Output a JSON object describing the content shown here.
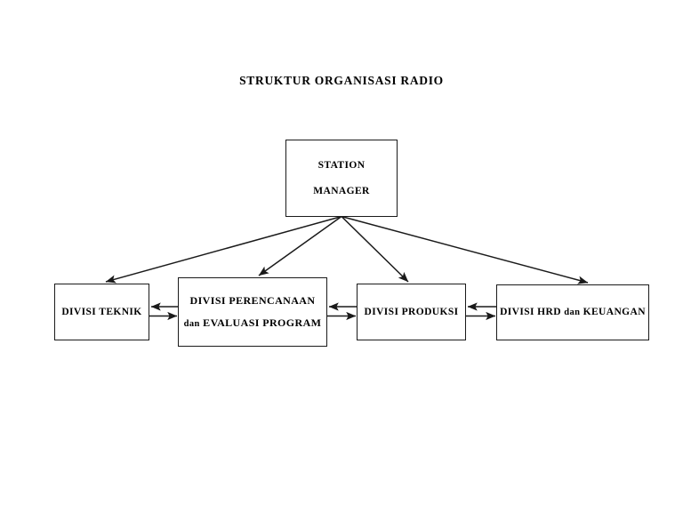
{
  "title": "STRUKTUR ORGANISASI RADIO",
  "colors": {
    "background": "#ffffff",
    "line": "#1a1a1a",
    "text": "#000000",
    "box_fill": "#ffffff"
  },
  "nodes": {
    "root": {
      "id": "station-manager",
      "lines": [
        "STATION",
        "MANAGER"
      ]
    },
    "divisions": [
      {
        "id": "divisi-teknik",
        "lines": [
          "DIVISI TEKNIK"
        ]
      },
      {
        "id": "divisi-perencanaan",
        "lines": [
          "DIVISI PERENCANAAN",
          "dan EVALUASI PROGRAM"
        ],
        "lead_word": "dan",
        "rest": " EVALUASI PROGRAM"
      },
      {
        "id": "divisi-produksi",
        "lines": [
          "DIVISI PRODUKSI"
        ]
      },
      {
        "id": "divisi-hrd",
        "lines": [
          "DIVISI HRD dan KEUANGAN"
        ],
        "lead": "DIVISI HRD ",
        "lead_word": "dan",
        "rest": " KEUANGAN"
      }
    ]
  },
  "connectors": {
    "hierarchy_label": "station-manager-to-divisions",
    "peer_label": "division-to-division-bidirectional",
    "hierarchy_count": 4,
    "peer_count": 3
  }
}
